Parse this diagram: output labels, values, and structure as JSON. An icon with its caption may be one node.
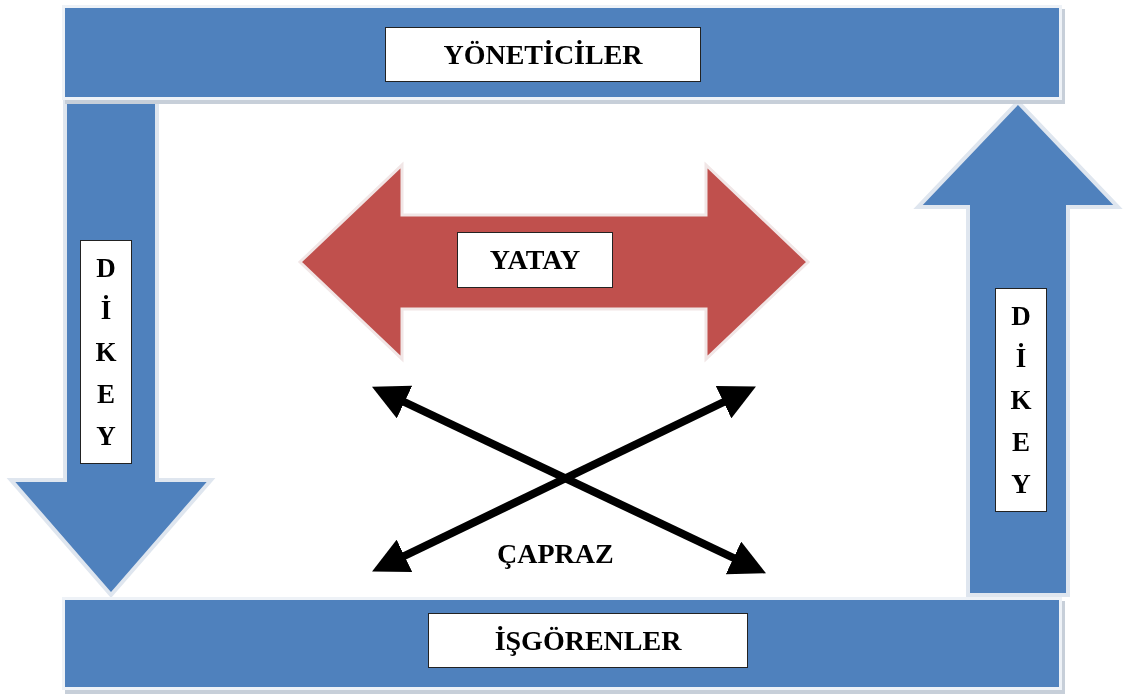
{
  "diagram": {
    "nodes": [
      {
        "text": [
          "YÖNETİCİLER"
        ]
      },
      {
        "text": [
          "İŞGÖRENLER"
        ]
      },
      {
        "text": [
          "YATAY"
        ]
      }
    ],
    "edges": [
      {
        "from": 0,
        "to": 1,
        "arrow": "to",
        "label": "DİKEY"
      },
      {
        "from": 1,
        "to": 0,
        "arrow": "to",
        "label": "DİKEY"
      }
    ],
    "labels": [
      "ÇAPRAZ"
    ]
  }
}
